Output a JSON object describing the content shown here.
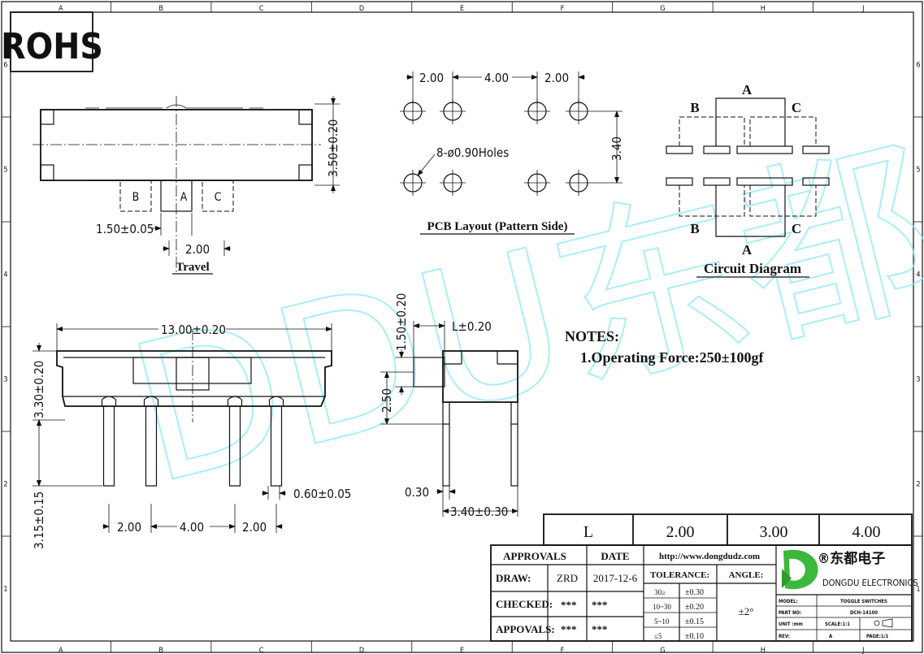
{
  "frame": {
    "cols": [
      "A",
      "B",
      "C",
      "D",
      "E",
      "F",
      "G",
      "H",
      "J"
    ],
    "rows": [
      "6",
      "5",
      "4",
      "3",
      "2",
      "1"
    ]
  },
  "rohs_label": "ROHS",
  "watermark": "DDU东都",
  "top_view": {
    "height_dim": "3.50±0.20",
    "pins": [
      "B",
      "A",
      "C"
    ],
    "pitch_dim": "1.50±0.05",
    "travel_dim": "2.00",
    "travel_label": "Travel"
  },
  "pcb": {
    "dims": [
      "2.00",
      "4.00",
      "2.00"
    ],
    "row_spacing": "3.40",
    "holes_note": "8-ø0.90Holes",
    "title": "PCB Layout (Pattern Side)"
  },
  "circuit": {
    "top_labels": [
      "A",
      "B",
      "C"
    ],
    "bottom_labels": [
      "B",
      "C",
      "A"
    ],
    "title": "Circuit Diagram"
  },
  "front_view": {
    "length_dim": "13.00±0.20",
    "body_height": "3.30±0.20",
    "pin_length": "3.15±0.15",
    "pitch_dims": [
      "2.00",
      "4.00",
      "2.00"
    ],
    "pin_width": "0.60±0.05"
  },
  "side_view": {
    "actuator_width": "L±0.20",
    "actuator_height": "1.50±0.20",
    "body_height": "2.50",
    "pin_thick": "0.30",
    "pin_span": "3.40±0.30"
  },
  "notes": {
    "heading": "NOTES:",
    "items": [
      "1.Operating Force:250±100gf"
    ]
  },
  "l_table": {
    "label": "L",
    "values": [
      "2.00",
      "3.00",
      "4.00"
    ]
  },
  "title_block": {
    "approvals_label": "APPROVALS",
    "date_label": "DATE",
    "rows": [
      {
        "label": "DRAW:",
        "name": "ZRD",
        "date": "2017-12-6"
      },
      {
        "label": "CHECKED:",
        "name": "***",
        "date": "***"
      },
      {
        "label": "APPOVALS:",
        "name": "***",
        "date": "***"
      }
    ],
    "website": "http://www.dongdudz.com",
    "tolerance_label": "TOLERANCE:",
    "angle_label": "ANGLE:",
    "tolerances": [
      {
        "range": "30≥",
        "value": "±0.30"
      },
      {
        "range": "10~30",
        "value": "±0.20"
      },
      {
        "range": "5~10",
        "value": "±0.15"
      },
      {
        "range": "≤5",
        "value": "±0.10"
      }
    ],
    "angle_value": "±2°",
    "company_cn": "®东都电子",
    "company_en": "DONGDU ELECTRONICS",
    "model_label": "MODEL:",
    "model_value": "TOGGLE SWITCHES",
    "part_label": "PART NO:",
    "part_value": "DCH-14100",
    "unit_label": "UNIT :mm",
    "scale_label": "SCALE:1:1",
    "rev_label": "REV:",
    "rev_value": "A",
    "page_label": "PAGE:1/1"
  },
  "colors": {
    "watermark": "#8de9f4",
    "logo_green": "#3cb83c",
    "ink": "#111111"
  }
}
